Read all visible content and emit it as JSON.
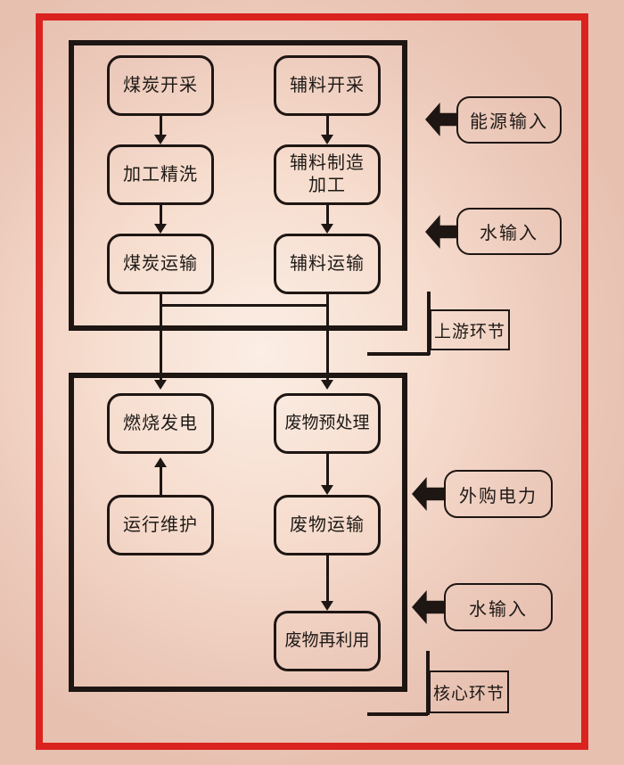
{
  "upstream": {
    "section_label": "上游环节",
    "nodes": [
      {
        "id": "coal-mining",
        "label": "煤炭开采"
      },
      {
        "id": "aux-material-mining",
        "label": "辅料开采"
      },
      {
        "id": "processing-washing",
        "label": "加工精洗"
      },
      {
        "id": "aux-material-manufacturing",
        "label": "辅料制造加工",
        "line1": "辅料制造",
        "line2": "加工"
      },
      {
        "id": "coal-transport",
        "label": "煤炭运输"
      },
      {
        "id": "aux-material-transport",
        "label": "辅料运输"
      }
    ]
  },
  "core": {
    "section_label": "核心环节",
    "nodes": [
      {
        "id": "combustion-power-generation",
        "label": "燃烧发电"
      },
      {
        "id": "waste-pretreatment",
        "label": "废物预处理"
      },
      {
        "id": "operation-maintenance",
        "label": "运行维护"
      },
      {
        "id": "waste-transport",
        "label": "废物运输"
      },
      {
        "id": "waste-reuse",
        "label": "废物再利用"
      }
    ]
  },
  "inputs": [
    {
      "id": "energy-input",
      "label": "能源输入"
    },
    {
      "id": "water-input-upstream",
      "label": "水输入"
    },
    {
      "id": "purchased-electricity",
      "label": "外购电力"
    },
    {
      "id": "water-input-core",
      "label": "水输入"
    }
  ],
  "colors": {
    "frame_red": "#da231f",
    "line_black": "#1e1613",
    "background_center": "#fbeee5",
    "background_edge": "#e7c0b0"
  }
}
